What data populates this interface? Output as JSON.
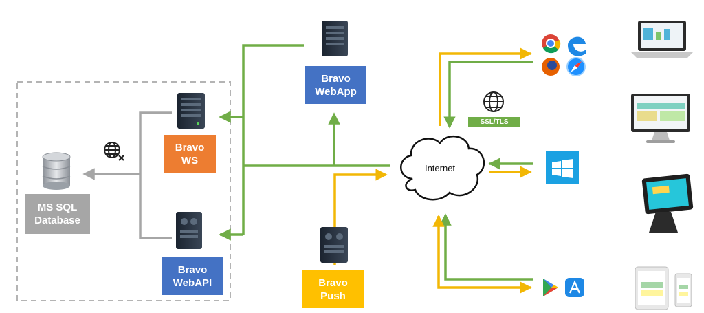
{
  "nodes": {
    "db": {
      "line1": "MS SQL",
      "line2": "Database"
    },
    "ws": {
      "line1": "Bravo",
      "line2": "WS"
    },
    "webapi": {
      "line1": "Bravo",
      "line2": "WebAPI"
    },
    "webapp": {
      "line1": "Bravo",
      "line2": "WebApp"
    },
    "push": {
      "line1": "Bravo",
      "line2": "Push"
    },
    "internet": {
      "label": "Internet"
    },
    "ssl": {
      "label": "SSL/TLS"
    }
  },
  "colors": {
    "gray": "#a6a6a6",
    "orange": "#ed7d31",
    "blue": "#4472c4",
    "gold": "#ffc000",
    "green": "#70ad47",
    "yellow_line": "#f2b705"
  },
  "icons": [
    "database-icon",
    "server-icon",
    "globe-blocked-icon",
    "globe-icon",
    "cloud-icon",
    "chrome-icon",
    "edge-icon",
    "firefox-icon",
    "safari-icon",
    "windows-icon",
    "google-play-icon",
    "app-store-icon",
    "laptop-icon",
    "desktop-monitor-icon",
    "pos-terminal-icon",
    "tablet-phone-icon"
  ]
}
